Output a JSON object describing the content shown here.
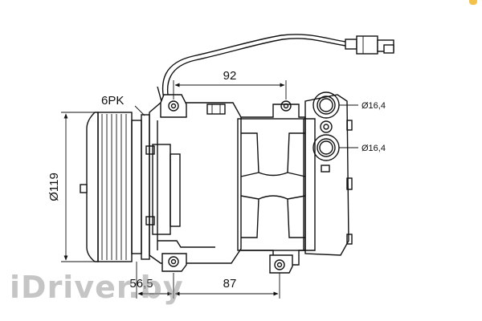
{
  "labels": {
    "belt": "6PK",
    "diameter": "Ø119",
    "top_width": "92",
    "bottom_left": "56,5",
    "bottom_right": "87",
    "port_top": "Ø16,4",
    "port_bottom": "Ø16,4"
  },
  "watermark": "iDriver.by",
  "colors": {
    "line": "#111111",
    "watermark": "#969696",
    "accent": "#f3c24a"
  }
}
